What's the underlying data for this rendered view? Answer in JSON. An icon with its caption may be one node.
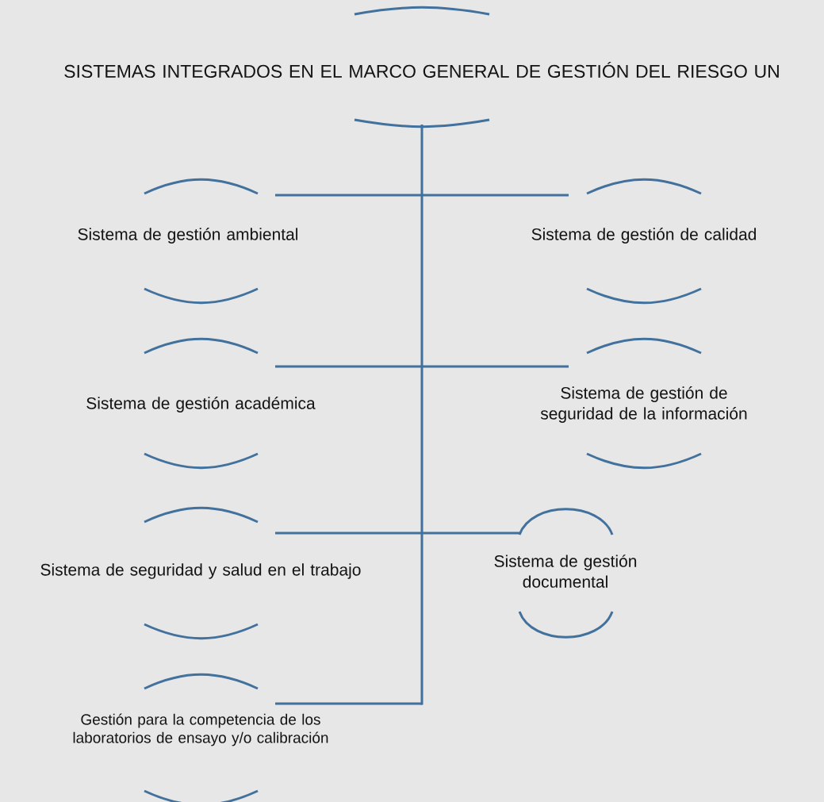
{
  "diagram": {
    "nodes": [
      {
        "text": [
          "SISTEMAS INTEGRADOS EN EL MARCO GENERAL DE GESTIÓN DEL RIESGO UN"
        ]
      },
      {
        "text": [
          "Sistema de gestión ambiental"
        ]
      },
      {
        "text": [
          "Sistema de gestión de calidad"
        ]
      },
      {
        "text": [
          "Sistema de gestión académica"
        ]
      },
      {
        "text": [
          "Sistema de gestión de seguridad de la información"
        ]
      },
      {
        "text": [
          "Sistema de seguridad y salud en el trabajo"
        ]
      },
      {
        "text": [
          "Sistema de gestión documental"
        ]
      },
      {
        "text": [
          "Gestión para la competencia de los laboratorios de ensayo y/o calibración"
        ]
      }
    ],
    "edges": [
      {
        "from": 0,
        "to": 1,
        "arrow": "none"
      },
      {
        "from": 0,
        "to": 2,
        "arrow": "none"
      },
      {
        "from": 0,
        "to": 3,
        "arrow": "none"
      },
      {
        "from": 0,
        "to": 4,
        "arrow": "none"
      },
      {
        "from": 0,
        "to": 5,
        "arrow": "none"
      },
      {
        "from": 0,
        "to": 6,
        "arrow": "none"
      },
      {
        "from": 0,
        "to": 7,
        "arrow": "none"
      }
    ]
  }
}
